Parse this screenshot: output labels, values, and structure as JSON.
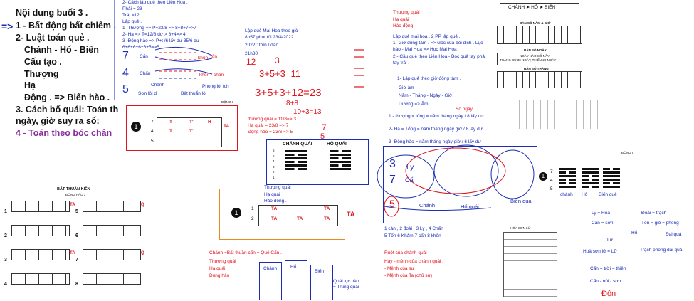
{
  "left_notes": {
    "title": "Nội dung buổi 3 .",
    "items": [
      "1 - Bất động bất chiêm .",
      "2- Luật toán quẻ .",
      "Chánh - Hổ - Biến",
      "Cấu tạo .",
      "Thượng",
      "Hạ",
      "Động . => Biến hào .",
      "3. Cách bố quái: Toán th",
      "ngày, giờ suy ra số:",
      "4 - Toán theo bóc chân"
    ],
    "arrow": "=>"
  },
  "lien_hoa": {
    "heading": "2- Cách lập quẻ theo Liên Hoa .",
    "lines": [
      "Phải = 23",
      "Trái =12",
      "Lập quẻ .",
      "1- Thượng => P=23/8 => 8+8+7=>7",
      "2- Hạ   => T=12/8 dư > 8+4=> 4",
      "3- Động hào => P+t /6 lấy dư 35/6 dư",
      "6+6+6+6+6+5=>5"
    ],
    "labels": [
      "Cấn",
      "Chấn",
      "Chánh",
      "Sơn lôi di",
      "Bất thuẩn lôi",
      "khôn",
      "tốn",
      "khôn",
      "chấn",
      "Phong lôi ích"
    ],
    "numbers": [
      "7",
      "4",
      "5"
    ],
    "table_title": "ĐỘNG I",
    "table_rows": [
      "7",
      "4",
      "5"
    ],
    "table_marks": [
      "T",
      "T'",
      "H",
      "T",
      "T'",
      "TA"
    ],
    "circle_num": "1"
  },
  "mai_hoa": {
    "heading": "Lập quẻ Mai Hoa theo giờ",
    "time": "8h57 phút tối 23/4/2022",
    "can_chi": "2022 : thìn / dần",
    "hour": "21h30",
    "sums": [
      "3+5+3=11",
      "3+5+3+12=23",
      "8+8",
      "10+3=13"
    ],
    "calc": [
      "thượng quái = 11/8=> 3",
      "Hạ quái = 23/8 => 7",
      "Động hào = 23/6 => 5"
    ],
    "red_nums": [
      "12",
      "3",
      "7",
      "5"
    ]
  },
  "chanh_ho": {
    "col1": "CHÁNH QUÁI",
    "col2": "HỖ QUÁI",
    "rows": [
      "6",
      "5",
      "4",
      "3",
      "2",
      "1"
    ]
  },
  "mid_diagram": {
    "labels": [
      "Thượng quái",
      "Hạ quái",
      "Hào động ."
    ],
    "row1": "1",
    "row2": "2",
    "marks": [
      "TA",
      "TA",
      "TA",
      "TA",
      "TA"
    ],
    "circle_num": "1",
    "ta": "TA"
  },
  "bottom_mid": {
    "lines": [
      "Chánh =Bất thuần cấn = Quẻ Cấn .",
      "Thượng quái",
      "Hạ quái",
      "Động hào"
    ],
    "cols": [
      "Chánh",
      "Hổ",
      "Biến"
    ],
    "note": "Quái lục hào = Trùng quái"
  },
  "right_notes": {
    "thuong_quai": "Thượng quái",
    "ha_quai": "Hạ quái",
    "hao_dong": "Hào động",
    "lines": [
      "Lập quẻ mai hoa . 2 PP lập quẻ .",
      "1- Giờ động tâm . => Gốc của bói dịch . Lục",
      "hào - Mai Hoa => Học Mai Hoa",
      "2 - Cầu quẻ theo Liên Hoa - Bóc quẻ tay phải",
      "tay trái ."
    ],
    "steps": [
      "1- Lập quẻ theo giờ động tâm .",
      "Giờ âm .",
      "Năm - Tháng - Ngày - Giờ",
      "Dương => Âm"
    ],
    "formulas": [
      "1 - thượng = tổng = năm tháng ngày / 8 lấy dư .",
      "2- Hạ = Tổng = năm tháng ngày giờ / 8 lấy dư .",
      "3- Động hào = năm tháng ngày giờ / 6 lấy dư ."
    ],
    "so_ngay": "Số ngày",
    "circle_labels": [
      "Chánh",
      "Hổ quái",
      "Biến quái"
    ],
    "handwritten": [
      "3",
      "7",
      "5",
      "Ly",
      "Cấn"
    ],
    "trigrams": "1 càn , 2 đoài , 3 Ly , 4 Chấn",
    "trigrams2": "5 Tốn  6 Khảm 7 cấn 8 khôn",
    "ruot": [
      "Ruột của chánh quái .",
      "Hay - mệnh của chánh quái .",
      "- Mệnh của sự",
      "- Mệnh của Ta (chủ sự)"
    ],
    "small_title": "HÓA SƠN LỮ"
  },
  "far_right": {
    "header": "CHÁNH ➤ HỔ ➤ BIẾN",
    "t1": "BẢN SỐ NĂM & GIỜ",
    "t2": "BẢN SỐ NGÀY",
    "t2b": "NGÀY NÀO SỐ NẤY",
    "t2c": "THÁNG ĐỦ 30 NGÀY, THIẾU 29 NGÀY",
    "t3": "BẢN SỐ THÁNG",
    "dong": "ĐỘNG I",
    "circle_num": "1",
    "row_nums": [
      "7",
      "4",
      "5"
    ],
    "quai": [
      "chánh",
      "Hổ",
      "Biến quẻ"
    ],
    "notes": [
      "Ly = Hỏa",
      "Cấn = sơn",
      "Lữ",
      "Hoả sơn lữ = Lữ",
      "Đoài = trạch",
      "Tốn = gió = phong",
      "Đại quá",
      "Hổ",
      "Trạch phong đại quá",
      "Cấn = trời = thiên",
      "Cấn - núi - sơn",
      "Độn"
    ]
  },
  "bottom_left": {
    "title": "BẤT THUẦN KIỀN",
    "subtitle": "ĐỘNG HÀO 1",
    "nums": [
      "1",
      "2",
      "3",
      "4",
      "5",
      "6",
      "7",
      "8"
    ],
    "marks": [
      "TA",
      "Q",
      "TA",
      "Q"
    ]
  }
}
